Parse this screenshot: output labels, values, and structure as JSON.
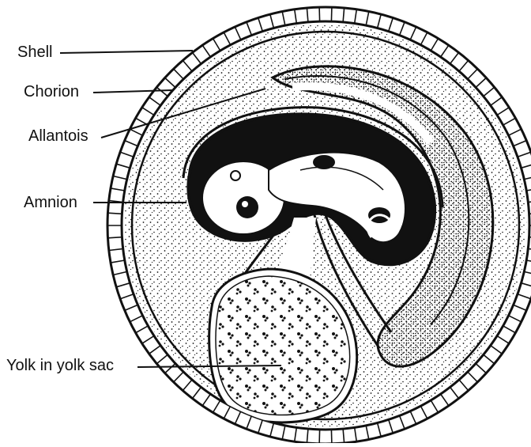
{
  "labels": {
    "shell": "Shell",
    "chorion": "Chorion",
    "allantois": "Allantois",
    "amnion": "Amnion",
    "yolk": "Yolk in yolk sac"
  },
  "colors": {
    "ink": "#111111",
    "paper": "#ffffff"
  }
}
